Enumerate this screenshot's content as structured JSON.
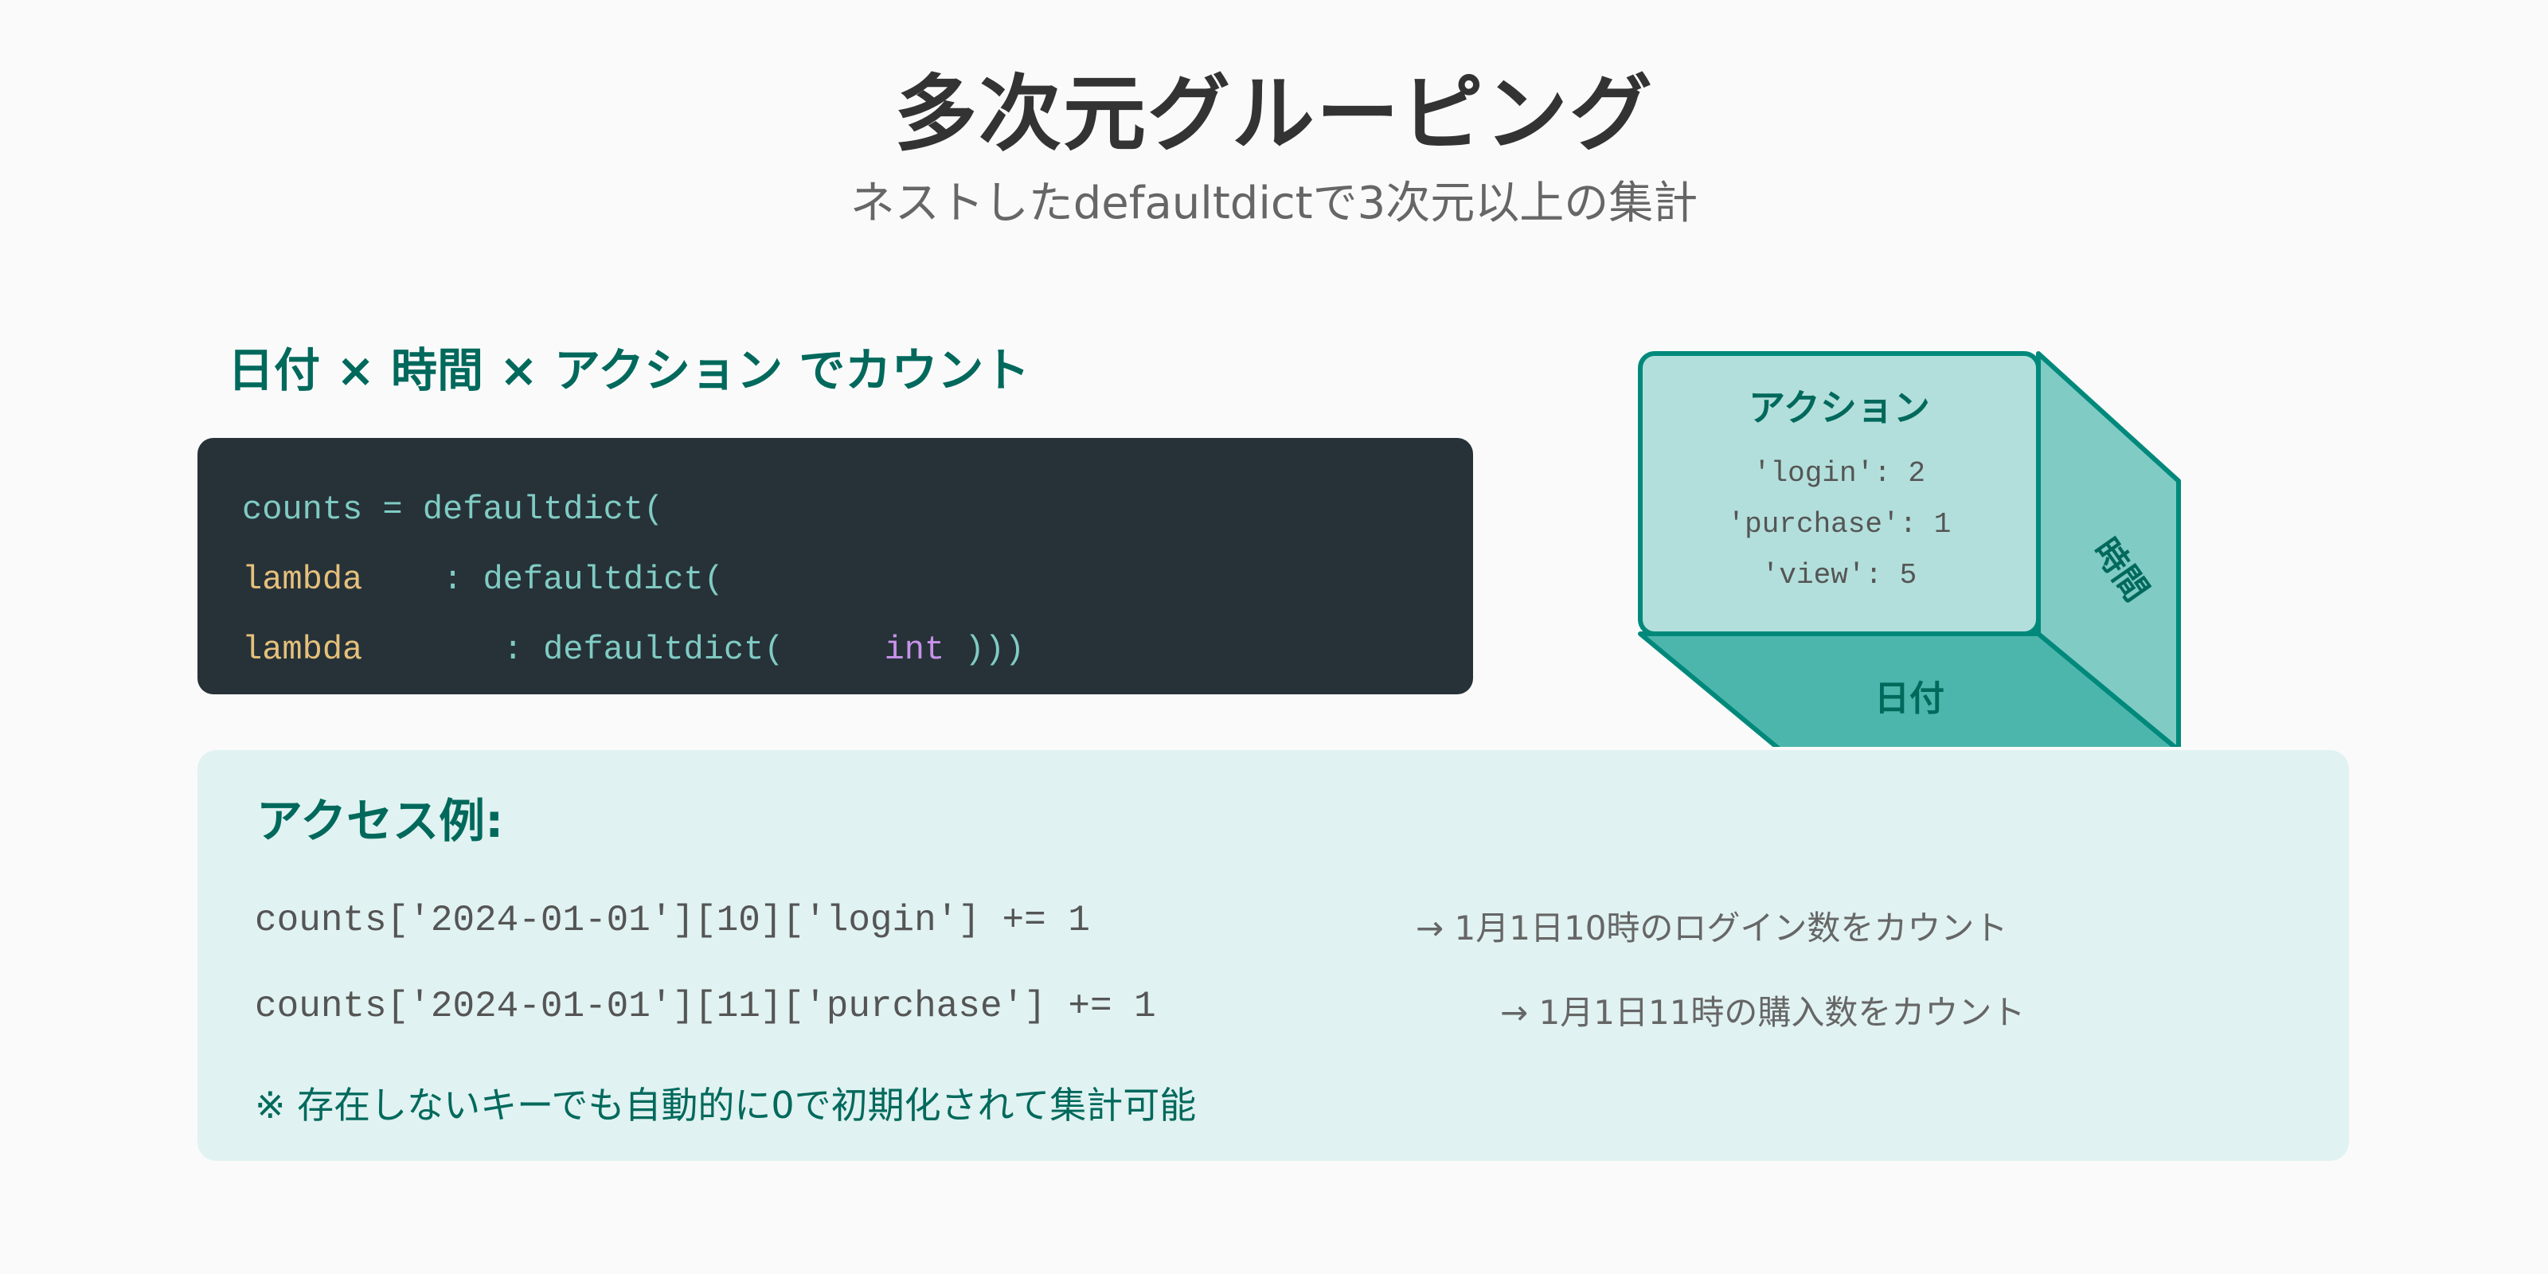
{
  "header": {
    "title": "多次元グルーピング",
    "subtitle": "ネストしたdefaultdictで3次元以上の集計"
  },
  "section": {
    "heading": "日付 × 時間 × アクション でカウント"
  },
  "code": {
    "line1": "counts = defaultdict(",
    "line2_keyword": "lambda",
    "line2_rest": "    : defaultdict(",
    "line3_keyword": "lambda",
    "line3_mid": "       : defaultdict(",
    "line3_gap": "     ",
    "line3_type": "int",
    "line3_end": " )))"
  },
  "cube": {
    "front_title": "アクション",
    "front_items": [
      "'login': 2",
      "'purchase': 1",
      "'view': 5"
    ],
    "side_label": "時間",
    "bottom_label": "日付"
  },
  "access": {
    "title": "アクセス例:",
    "examples": [
      {
        "code": "counts['2024-01-01'][10]['login'] += 1",
        "description": "→ 1月1日10時のログイン数をカウント"
      },
      {
        "code": "counts['2024-01-01'][11]['purchase'] += 1",
        "description": "→ 1月1日11時の購入数をカウント"
      }
    ],
    "note": "※ 存在しないキーでも自動的に0で初期化されて集計可能"
  },
  "colors": {
    "accent": "#00695c",
    "cube_stroke": "#00897b",
    "cube_front": "#b2dfdb",
    "cube_side": "#80cbc4",
    "cube_bottom": "#4db6ac",
    "code_bg": "#263238"
  }
}
